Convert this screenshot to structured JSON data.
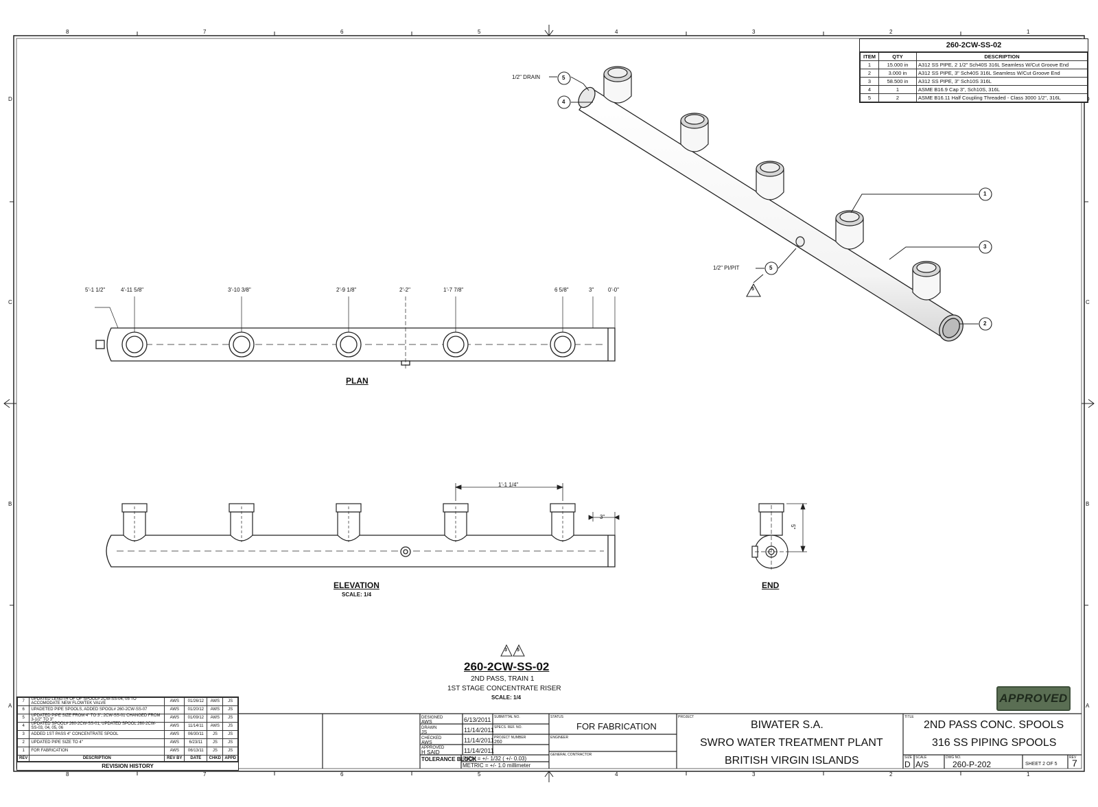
{
  "grid": {
    "columns": [
      "8",
      "7",
      "6",
      "5",
      "4",
      "3",
      "2",
      "1"
    ],
    "rows": [
      "D",
      "C",
      "B",
      "A"
    ]
  },
  "bom": {
    "title": "260-2CW-SS-02",
    "headers": [
      "ITEM",
      "QTY",
      "DESCRIPTION"
    ],
    "rows": [
      {
        "item": "1",
        "qty": "15.000 in",
        "desc": "A312 SS PIPE, 2 1/2\" Sch40S 316L Seamless W/Cut Groove End"
      },
      {
        "item": "2",
        "qty": "3.000 in",
        "desc": "A312 SS PIPE, 3\" Sch40S 316L Seamless W/Cut Groove End"
      },
      {
        "item": "3",
        "qty": "58.500 in",
        "desc": "A312 SS PIPE, 3\" Sch10S 316L"
      },
      {
        "item": "4",
        "qty": "1",
        "desc": "ASME B16.9 Cap 3\", Sch10S, 316L"
      },
      {
        "item": "5",
        "qty": "2",
        "desc": "ASME B16.11 Half Coupling Threaded - Class 3000 1/2\", 316L"
      }
    ]
  },
  "iso": {
    "drain_label": "1/2\" DRAIN",
    "pt_label": "1/2\" PI/PIT",
    "balloons": [
      "5",
      "4",
      "1",
      "3",
      "2",
      "5"
    ],
    "rev_flag": "5"
  },
  "plan": {
    "title": "PLAN",
    "dims": [
      "5'-1 1/2\"",
      "4'-11 5/8\"",
      "3'-10 3/8\"",
      "2'-9 1/8\"",
      "2'-2\"",
      "1'-7 7/8\"",
      "6 5/8\"",
      "3\"",
      "0'-0\""
    ]
  },
  "elevation": {
    "title": "ELEVATION",
    "scale": "SCALE: 1/4",
    "dim_spacing": "1'-1 1/4\"",
    "dim_end": "3\""
  },
  "end_view": {
    "title": "END",
    "dim_height": "5\""
  },
  "spool": {
    "flags": [
      "3",
      "5"
    ],
    "id": "260-2CW-SS-02",
    "line1": "2ND PASS, TRAIN 1",
    "line2": "1ST STAGE CONCENTRATE RISER",
    "scale": "SCALE: 1/4"
  },
  "stamp": "APPROVED",
  "revisions": {
    "rows": [
      {
        "rev": "7",
        "desc": "UPDATED LENGTH OF OF SPOOL# 2CW-SS-04, 05 TO ACCOMODATE NEW FLOWTEK VALVE",
        "by": "AWS",
        "date": "01/26/12",
        "chkd": "AWS",
        "appd": "JS"
      },
      {
        "rev": "6",
        "desc": "UPADETED PIPE SPOOLS, ADDED SPOOL# 260-2CW-SS-07",
        "by": "AWS",
        "date": "01/20/12",
        "chkd": "AWS",
        "appd": "JS"
      },
      {
        "rev": "5",
        "desc": "UPDATED PIPE SIZE FROM 4\" TO 3\", 2CW-SS-01 CHANGED FROM 3-1/2\" TO 3\"",
        "by": "AWS",
        "date": "01/09/12",
        "chkd": "AWS",
        "appd": "JS"
      },
      {
        "rev": "4",
        "desc": "UPDATED SPOOL# 260-2CW-SS-01, UPDATED SPOOL 260-2CW-SS-03, 04, 05, 06",
        "by": "AWS",
        "date": "11/14/11",
        "chkd": "AWS",
        "appd": "JS"
      },
      {
        "rev": "3",
        "desc": "ADDED 1ST PASS 4\" CONCENTRATE SPOOL",
        "by": "AWS",
        "date": "06/30/11",
        "chkd": "JS",
        "appd": "JS"
      },
      {
        "rev": "2",
        "desc": "UPDATED PIPE SIZE TO 4\"",
        "by": "AWS",
        "date": "6/23/11",
        "chkd": "JS",
        "appd": "JS"
      },
      {
        "rev": "1",
        "desc": "FOR FABRICATION",
        "by": "AWS",
        "date": "06/13/11",
        "chkd": "JS",
        "appd": "JS"
      }
    ],
    "headers": [
      "REV",
      "DESCRIPTION",
      "REV BY",
      "DATE",
      "CHKD",
      "APPD"
    ],
    "footer": "REVISION HISTORY"
  },
  "title_block": {
    "people": [
      {
        "role": "DESIGNED",
        "name": "AWS",
        "date": "6/13/2011"
      },
      {
        "role": "DRAWN",
        "name": "JS",
        "date": "11/14/2011"
      },
      {
        "role": "CHECKED",
        "name": "AWS",
        "date": "11/14/2011"
      },
      {
        "role": "APPROVED",
        "name": "H SAID",
        "date": "11/14/2011"
      }
    ],
    "submittal_label": "SUBMITTAL NO.",
    "specs_label": "SPECS. REF. NO.",
    "project_number_label": "PROJECT NUMBER",
    "project_number": "260",
    "status_label": "STATUS",
    "status": "FOR FABRICATION",
    "engineer_label": "ENGINEER",
    "gc_label": "GENERAL CONTRACTOR",
    "tolerance_label": "TOLERANCE BLOCK",
    "tol_inch": "INCH = +/- 1/32 ( +/- 0.03)",
    "tol_metric": "METRIC = +/- 1.0 millimeter",
    "project_label": "PROJECT",
    "project_lines": [
      "BIWATER S.A.",
      "SWRO WATER TREATMENT PLANT",
      "BRITISH VIRGIN ISLANDS"
    ],
    "title_label": "TITLE",
    "title_lines": [
      "2ND PASS CONC. SPOOLS",
      "316 SS PIPING SPOOLS"
    ],
    "size_label": "SIZE",
    "size": "D",
    "scale_label": "SCALE",
    "scale": "A/S",
    "dwg_label": "DWG NO.",
    "dwg": "260-P-202",
    "sheet": "SHEET 2 OF 5",
    "rev_label": "REV",
    "rev": "7"
  },
  "colors": {
    "line": "#222222",
    "stamp_bg": "#5a6e53",
    "stamp_text": "#1e2a1c"
  }
}
